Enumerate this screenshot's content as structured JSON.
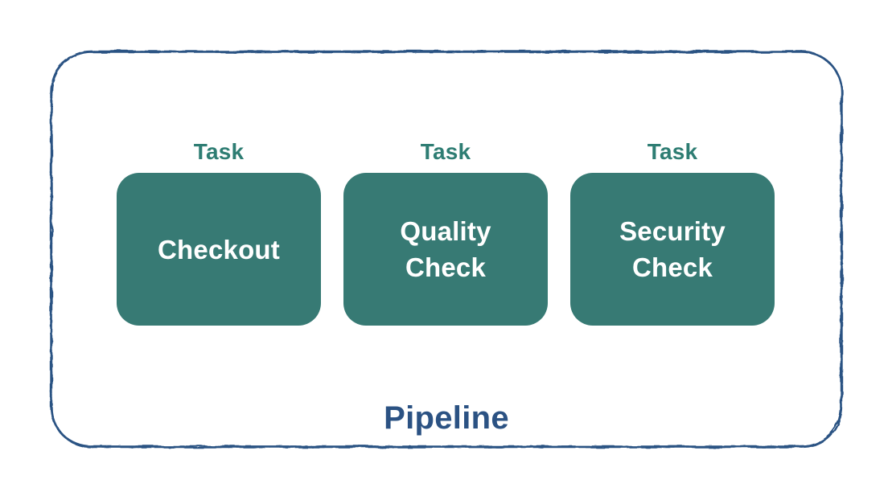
{
  "diagram": {
    "pipeline": {
      "label": "Pipeline",
      "tasks": [
        {
          "type_label": "Task",
          "name": "Checkout"
        },
        {
          "type_label": "Task",
          "name": "Quality Check"
        },
        {
          "type_label": "Task",
          "name": "Security Check"
        }
      ]
    },
    "colors": {
      "background": "#FFFFFF",
      "task_fill": "#377A74",
      "task_label": "#2E7D73",
      "task_text": "#FFFFFF",
      "pipeline_text": "#2B5283",
      "pipeline_border": "#2B5283"
    }
  }
}
